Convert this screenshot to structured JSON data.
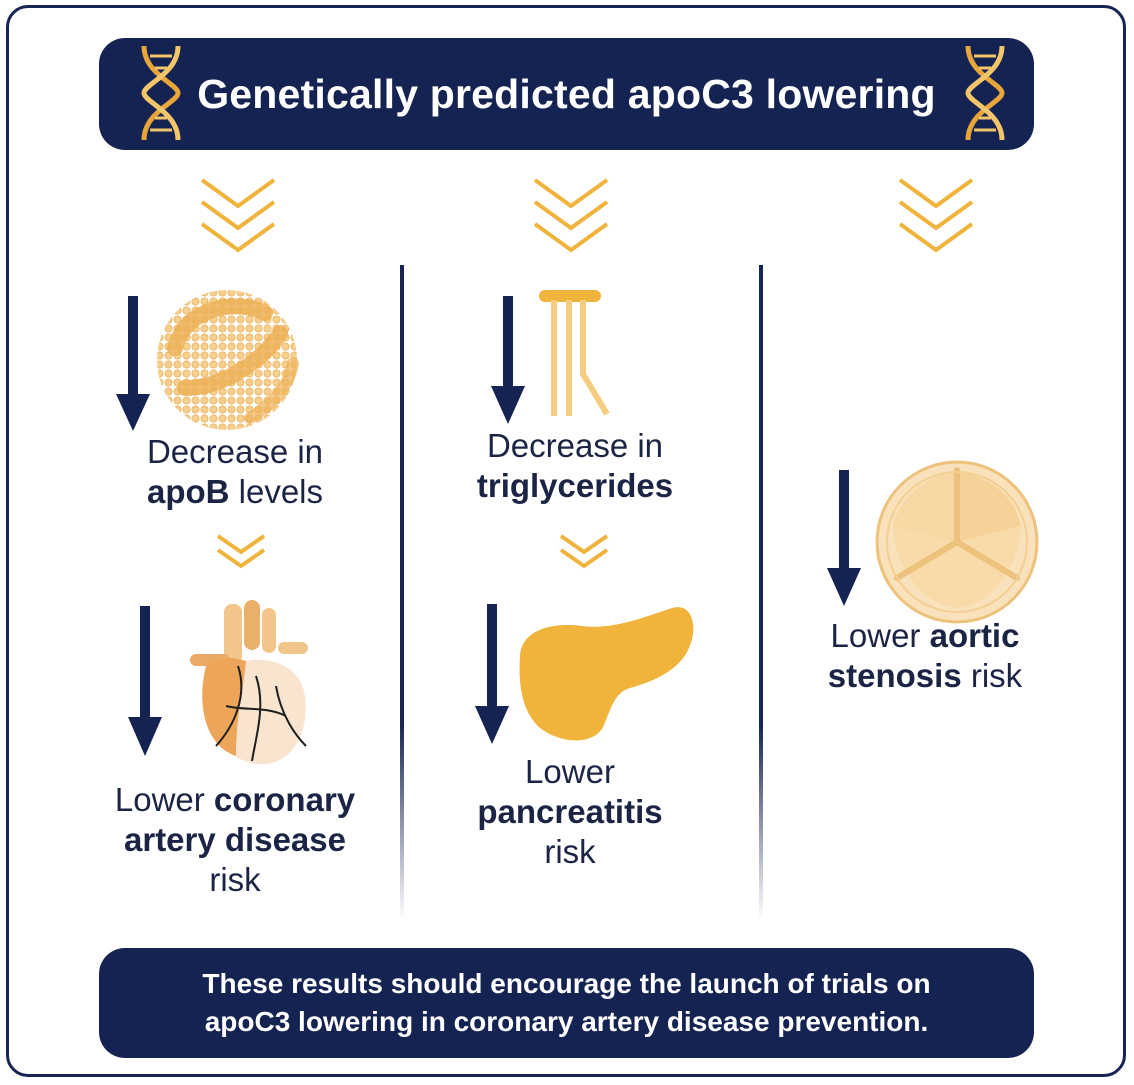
{
  "header": {
    "title": "Genetically predicted apoC3 lowering"
  },
  "columns": [
    {
      "level1": {
        "line1": "Decrease in",
        "bold": "apoB",
        "rest": " levels"
      },
      "level2": {
        "pre": "Lower ",
        "bold1": "coronary",
        "bold2": "artery disease",
        "post": "risk"
      }
    },
    {
      "level1": {
        "line1": "Decrease in",
        "bold": "triglycerides"
      },
      "level2": {
        "pre": "Lower",
        "bold": "pancreatitis",
        "post": "risk"
      }
    },
    {
      "level2": {
        "pre": "Lower ",
        "bold1": "aortic",
        "bold2": "stenosis",
        "post": " risk"
      }
    }
  ],
  "footer": {
    "line1": "These results should encourage the launch of trials on",
    "line2": "apoC3 lowering in coronary artery disease prevention."
  },
  "colors": {
    "navy": "#152352",
    "accent": "#f0b43c",
    "pale": "#f5d49a"
  },
  "icons": [
    "dna-icon",
    "chevron-down-icon",
    "down-arrow-icon",
    "lipoprotein-particle-icon",
    "heart-icon",
    "triglyceride-icon",
    "pancreas-icon",
    "aortic-valve-icon"
  ]
}
